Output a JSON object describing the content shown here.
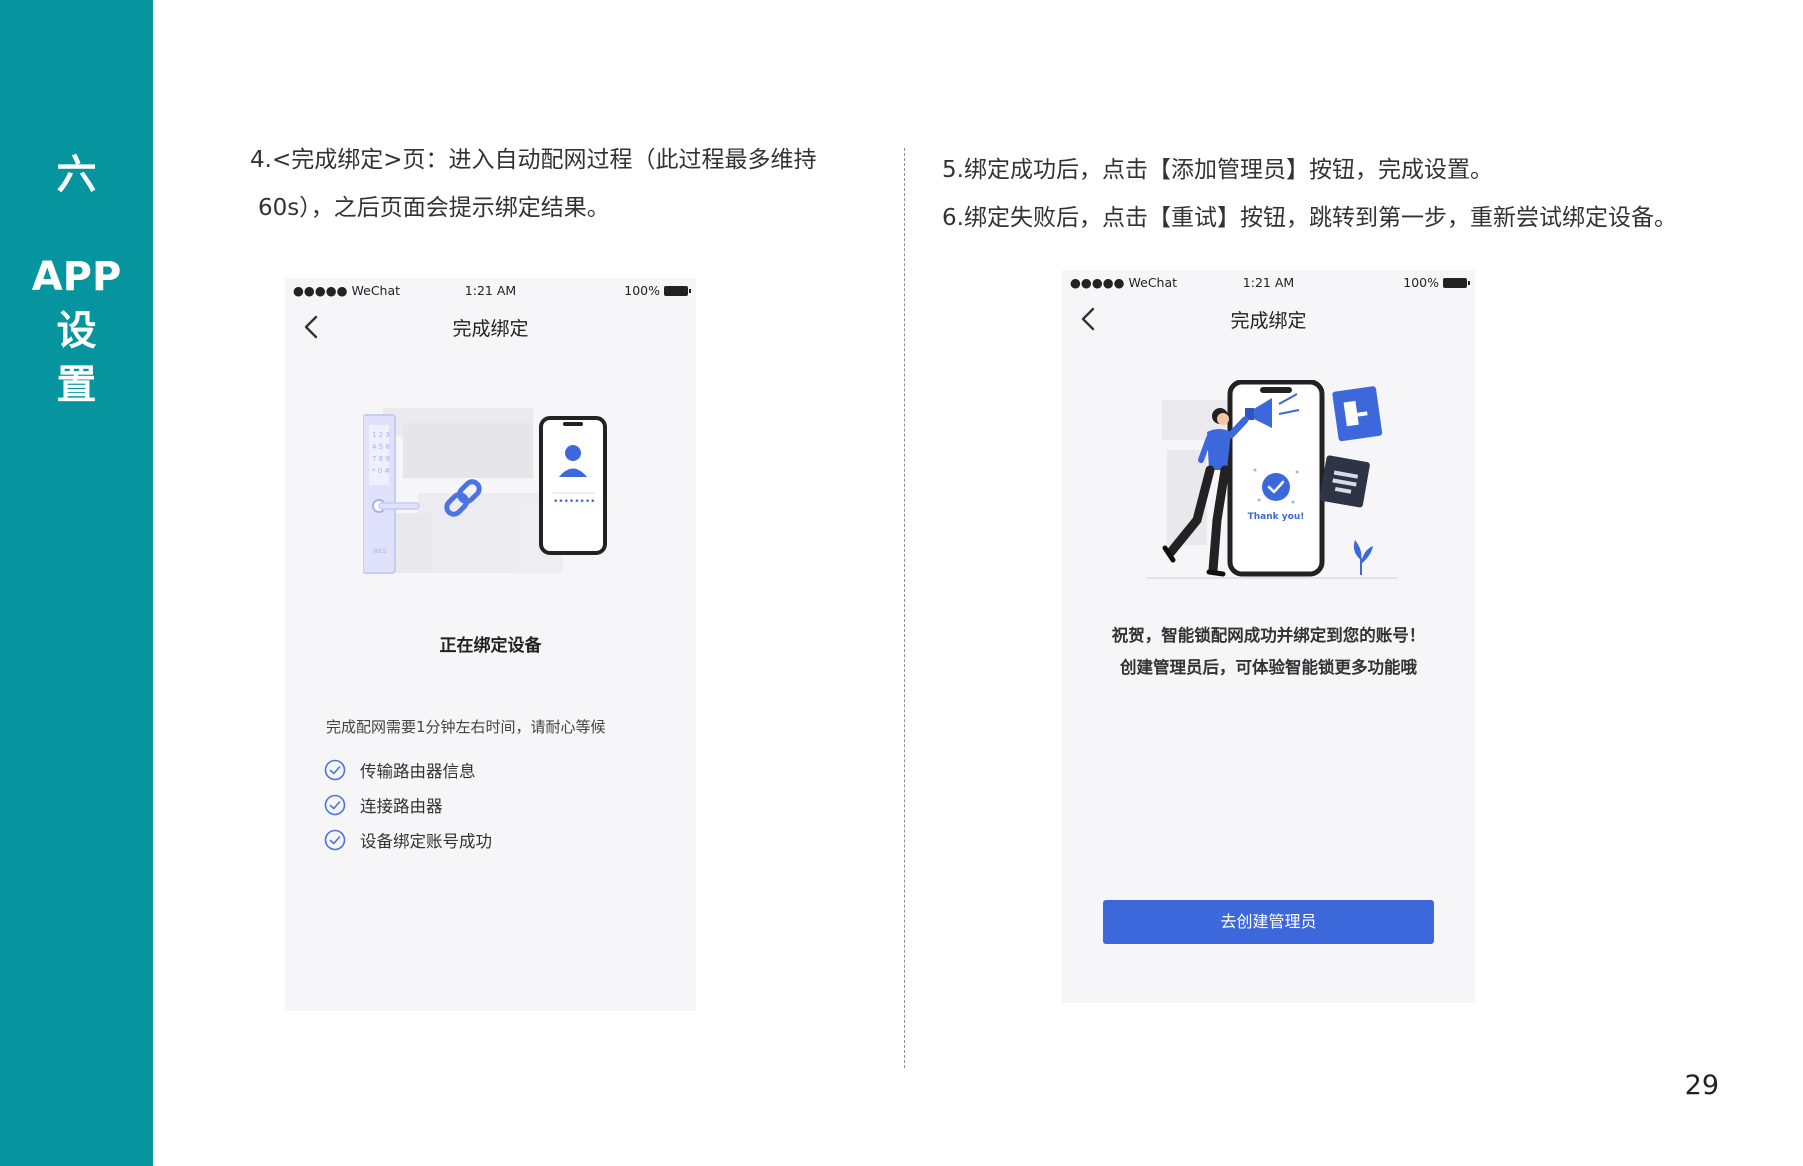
{
  "sidebar": {
    "chapter": "六",
    "title_lines": [
      "APP",
      "设",
      "置"
    ]
  },
  "left": {
    "instruction_line1": "4.<完成绑定>页：进入自动配网过程（此过程最多维持",
    "instruction_line2": "60s），之后页面会提示绑定结果。",
    "phone": {
      "status": {
        "carrier": "●●●●● WeChat",
        "time": "1:21 AM",
        "battery": "100%"
      },
      "title": "完成绑定",
      "binding_status": "正在绑定设备",
      "note": "完成配网需要1分钟左右时间，请耐心等候",
      "steps": [
        "传输路由器信息",
        "连接路由器",
        "设备绑定账号成功"
      ]
    }
  },
  "right": {
    "instruction_line1": "5.绑定成功后，点击【添加管理员】按钮，完成设置。",
    "instruction_line2": "6.绑定失败后，点击【重试】按钮，跳转到第一步，重新尝试绑定设备。",
    "phone": {
      "status": {
        "carrier": "●●●●● WeChat",
        "time": "1:21 AM",
        "battery": "100%"
      },
      "title": "完成绑定",
      "illustration_text": "Thank you!",
      "congrats_line1": "祝贺，智能锁配网成功并绑定到您的账号！",
      "congrats_line2": "创建管理员后，可体验智能锁更多功能哦",
      "button": "去创建管理员"
    }
  },
  "page_number": "29",
  "colors": {
    "sidebar": "#06949f",
    "accent": "#3d68dc"
  }
}
